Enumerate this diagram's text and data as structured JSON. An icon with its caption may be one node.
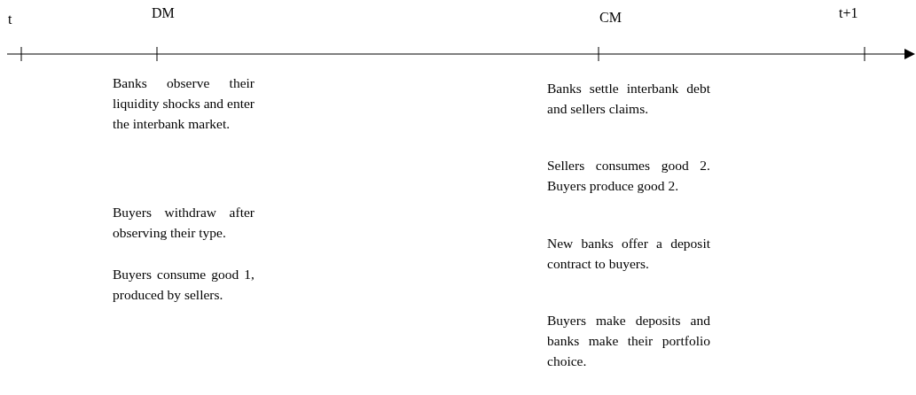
{
  "diagram": {
    "labels": [
      "t",
      "DM",
      "CM",
      "t+1",
      "Banks observe their liquidity shocks and enter the interbank market.",
      "Buyers withdraw after observing their type.",
      "Buyers consume good 1, produced by sellers.",
      "Banks settle interbank debt and sellers claims.",
      "Sellers consumes good 2. Buyers produce good 2.",
      "New banks offer a deposit contract to buyers.",
      "Buyers make deposits and banks make their portfolio choice."
    ]
  }
}
